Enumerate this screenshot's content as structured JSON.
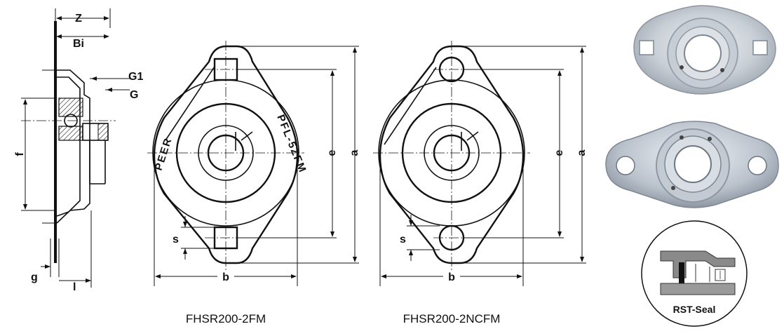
{
  "side_view": {
    "labels": {
      "z": "Z",
      "bi": "Bi",
      "g1": "G1",
      "g": "G",
      "f": "f",
      "g_small": "g",
      "l": "l"
    }
  },
  "view_2fm": {
    "caption": "FHSR200-2FM",
    "brand_left": "PEER",
    "brand_right": "PFL-5ZFM",
    "labels": {
      "e": "e",
      "a": "a",
      "s": "s",
      "b": "b"
    }
  },
  "view_2ncfm": {
    "caption": "FHSR200-2NCFM",
    "labels": {
      "e": "e",
      "a": "a",
      "s": "s",
      "b": "b"
    }
  },
  "photos": {
    "square_hole_photo": "square-hole-flange-photo",
    "round_hole_photo": "round-hole-flange-photo"
  },
  "seal_inset": {
    "label": "RST-Seal"
  }
}
